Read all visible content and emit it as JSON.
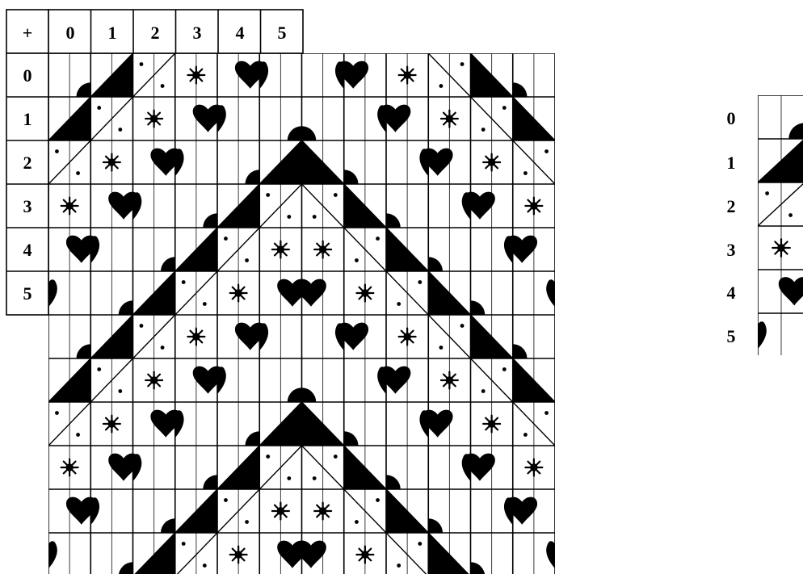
{
  "operation_table": {
    "corner_symbol": "+",
    "column_headers": [
      "0",
      "1",
      "2",
      "3",
      "4",
      "5"
    ],
    "row_headers": [
      "0",
      "1",
      "2",
      "3",
      "4",
      "5"
    ]
  },
  "tile_key": {
    "labels": [
      "0",
      "1",
      "2",
      "3",
      "4",
      "5"
    ]
  },
  "tile_motifs": [
    "half-disk",
    "black-triangle",
    "dotted-triangle",
    "asterisk-star",
    "heart",
    "half-heart"
  ],
  "colors": {
    "ink": "#000000",
    "paper": "#ffffff"
  }
}
